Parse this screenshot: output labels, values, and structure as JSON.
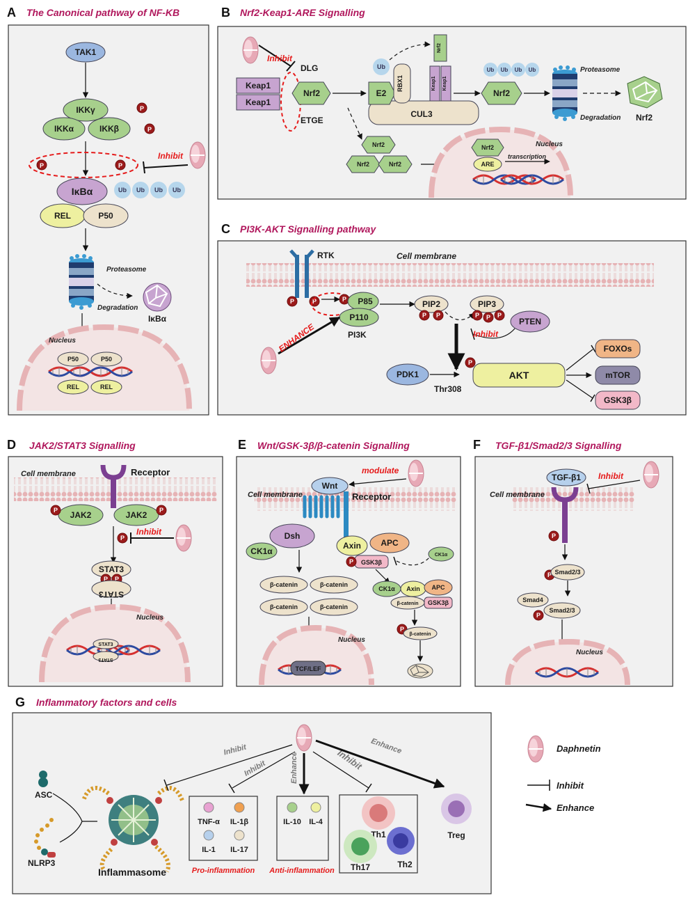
{
  "colors": {
    "title": "#b0175c",
    "inhibit_red": "#e51b1b",
    "node_green": "#a7d08c",
    "node_purple": "#c7a4d0",
    "node_yellow": "#eef0a0",
    "node_beige": "#ede2cc",
    "phospho": "#9b1b1b",
    "membrane": "#e6b3b5"
  },
  "panel_a": {
    "letter": "A",
    "title": "The Canonical pathway of NF-KB",
    "tak1": "TAK1",
    "ikkg": "IKKγ",
    "ikka": "IKKα",
    "ikkb": "IKKβ",
    "p": "P",
    "inhibit": "Inhibit",
    "ikba": "IκBα",
    "ub": "Ub",
    "rel": "REL",
    "p50": "P50",
    "proteasome": "Proteasome",
    "degradation": "Degradation",
    "ikba_deg": "IκBα",
    "nucleus": "Nucleus"
  },
  "panel_b": {
    "letter": "B",
    "title": "Nrf2-Keap1-ARE Signalling",
    "inhibit": "Inhibit",
    "dlg": "DLG",
    "etge": "ETGE",
    "keap1": "Keap1",
    "nrf2": "Nrf2",
    "ub": "Ub",
    "e2": "E2",
    "rbx1": "RBX1",
    "cul3": "CUL3",
    "proteasome": "Proteasome",
    "degradation": "Degradation",
    "nucleus": "Nucleus",
    "are": "ARE",
    "transcription": "transcription"
  },
  "panel_c": {
    "letter": "C",
    "title": "PI3K-AKT Signalling pathway",
    "rtk": "RTK",
    "membrane": "Cell membrane",
    "enhance": "ENHANCE",
    "p85": "P85",
    "p110": "P110",
    "pi3k": "PI3K",
    "pip2": "PIP2",
    "pip3": "PIP3",
    "pten": "PTEN",
    "inhibit": "Inhibit",
    "pdk1": "PDK1",
    "thr308": "Thr308",
    "akt": "AKT",
    "foxos": "FOXOs",
    "mtor": "mTOR",
    "gsk3b": "GSK3β",
    "p": "P"
  },
  "panel_d": {
    "letter": "D",
    "title": "JAK2/STAT3 Signalling",
    "membrane": "Cell membrane",
    "receptor": "Receptor",
    "jak2": "JAK2",
    "inhibit": "Inhibit",
    "stat3": "STAT3",
    "nucleus": "Nucleus",
    "p": "P"
  },
  "panel_e": {
    "letter": "E",
    "title": "Wnt/GSK-3β/β-catenin Signalling",
    "modulate": "modulate",
    "wnt": "Wnt",
    "membrane": "Cell membrane",
    "receptor": "Receptor",
    "dsh": "Dsh",
    "ck1a": "CK1α",
    "axin": "Axin",
    "apc": "APC",
    "gsk3b": "GSK3β",
    "bcat": "β-catenin",
    "tcf": "TCF/LEF",
    "nucleus": "Nucleus",
    "p": "P"
  },
  "panel_f": {
    "letter": "F",
    "title": "TGF-β1/Smad2/3 Signalling",
    "tgf": "TGF-β1",
    "inhibit": "Inhibit",
    "membrane": "Cell membrane",
    "smad23": "Smad2/3",
    "smad4": "Smad4",
    "nucleus": "Nucleus",
    "p": "P"
  },
  "panel_g": {
    "letter": "G",
    "title": "Inflammatory factors and cells",
    "asc": "ASC",
    "nlrp3": "NLRP3",
    "inflammasome": "Inflammasome",
    "inhibit1": "Inhibit",
    "inhibit2": "Inhibit",
    "enhance1": "Enhance",
    "inhibit3": "Inhibit",
    "enhance2": "Enhance",
    "tnfa": "TNF-α",
    "il1b": "IL-1β",
    "il1": "IL-1",
    "il17": "IL-17",
    "il10": "IL-10",
    "il4": "IL-4",
    "th1": "Th1",
    "th17": "Th17",
    "th2": "Th2",
    "treg": "Treg",
    "pro": "Pro-inflammation",
    "anti": "Anti-inflammation"
  },
  "legend": {
    "daphnetin": "Daphnetin",
    "inhibit": "Inhibit",
    "enhance": "Enhance"
  }
}
